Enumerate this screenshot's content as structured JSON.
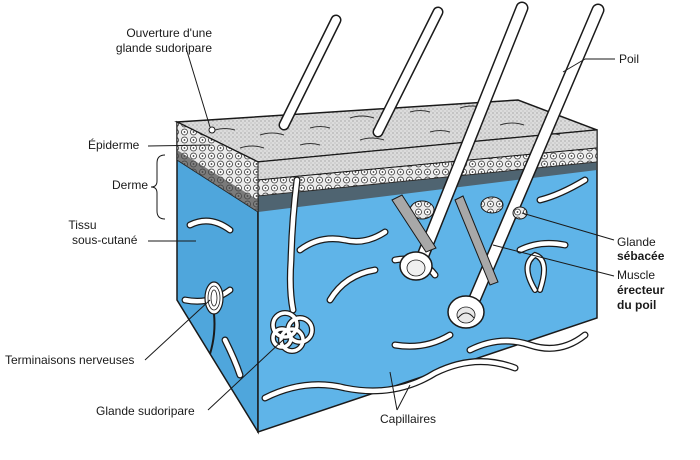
{
  "colors": {
    "dermis": "#5fb4e8",
    "dermis_dark": "#3f9ad6",
    "epidermis": "#d9d9d9",
    "outline": "#1a1a1a",
    "background": "#ffffff"
  },
  "labels": {
    "sweat_pore_line1": "Ouverture d'une",
    "sweat_pore_line2": "glande sudoripare",
    "epidermis": "Épiderme",
    "dermis": "Derme",
    "hypodermis_line1": "Tissu",
    "hypodermis_line2": "sous-cutané",
    "nerve_endings": "Terminaisons nerveuses",
    "sweat_gland": "Glande sudoripare",
    "capillaries": "Capillaires",
    "hair": "Poil",
    "sebaceous_line1": "Glande",
    "sebaceous_line2": "sébacée",
    "arrector_line1": "Muscle",
    "arrector_line2": "érecteur",
    "arrector_line3": "du poil"
  }
}
